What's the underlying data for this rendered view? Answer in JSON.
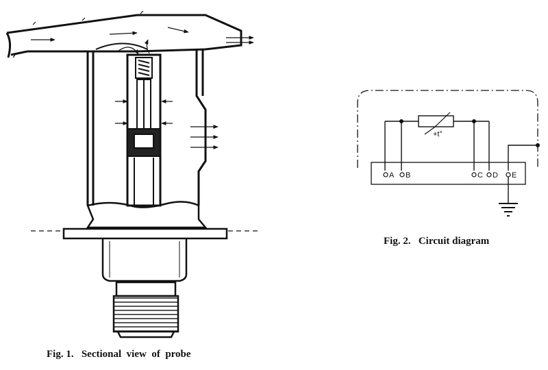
{
  "figure1": {
    "caption": "Fig. 1.   Sectional  view  of  probe"
  },
  "figure2": {
    "caption": "Fig. 2.   Circuit diagram",
    "resistor_label": "+t°",
    "terminals": [
      "A",
      "B",
      "C",
      "D",
      "E"
    ]
  },
  "colors": {
    "ink": "#111111",
    "paper": "#ffffff"
  }
}
